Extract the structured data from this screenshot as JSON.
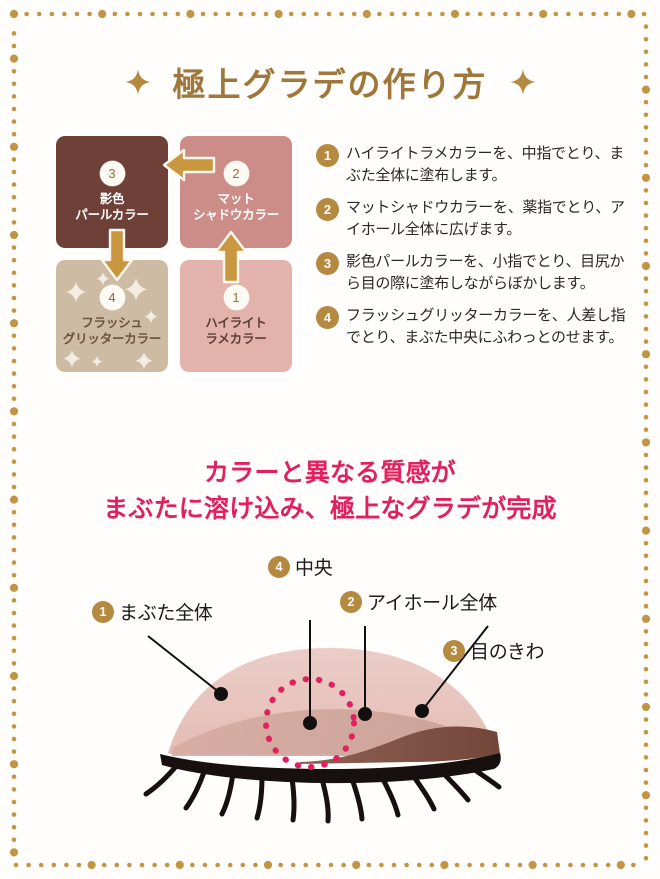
{
  "page": {
    "background_color": "#fffefd",
    "border_dot_color": "#c29544"
  },
  "title": {
    "text": "極上グラデの作り方",
    "color": "#a0773a",
    "left_icon": "sparkle-icon",
    "right_icon": "sparkle-icon"
  },
  "swatches": [
    {
      "id": "shadow-pearl",
      "number": "3",
      "label_line1": "影色",
      "label_line2": "パールカラー",
      "color": "#6e4038",
      "text_color": "#ffffff"
    },
    {
      "id": "matte-shadow",
      "number": "2",
      "label_line1": "マット",
      "label_line2": "シャドウカラー",
      "color": "#cc8d88",
      "text_color": "#ffffff"
    },
    {
      "id": "flash-glitter",
      "number": "4",
      "label_line1": "フラッシュ",
      "label_line2": "グリッターカラー",
      "color": "#cdbba4",
      "text_color": "#6b523a"
    },
    {
      "id": "highlight-lame",
      "number": "1",
      "label_line1": "ハイライト",
      "label_line2": "ラメカラー",
      "color": "#e3b3ab",
      "text_color": "#5d4038"
    }
  ],
  "arrows": {
    "color": "#c9973f",
    "order_icons": [
      "arrow-up-icon",
      "arrow-left-icon",
      "arrow-down-icon"
    ]
  },
  "steps": [
    {
      "number": "1",
      "text": "ハイライトラメカラーを、中指でとり、まぶた全体に塗布します。"
    },
    {
      "number": "2",
      "text": "マットシャドウカラーを、薬指でとり、アイホール全体に広げます。"
    },
    {
      "number": "3",
      "text": "影色パールカラーを、小指でとり、目尻から目の際に塗布しながらぼかします。"
    },
    {
      "number": "4",
      "text": "フラッシュグリッターカラーを、人差し指でとり、まぶた中央にふわっとのせます。"
    }
  ],
  "headline": {
    "line1": "カラーと異なる質感が",
    "line2": "まぶたに溶け込み、極上なグラデが完成",
    "color": "#e0215f"
  },
  "eye_diagram": {
    "callouts": [
      {
        "number": "1",
        "label": "まぶた全体"
      },
      {
        "number": "2",
        "label": "アイホール全体"
      },
      {
        "number": "3",
        "label": "目のきわ"
      },
      {
        "number": "4",
        "label": "中央"
      }
    ],
    "zone_colors": {
      "eyelid_overall": "#e8c4bd",
      "eyehole": "#d3a99f",
      "lash_line": "#8b5b4c",
      "center_circle": "#e0215f",
      "lashes": "#17100e"
    }
  }
}
